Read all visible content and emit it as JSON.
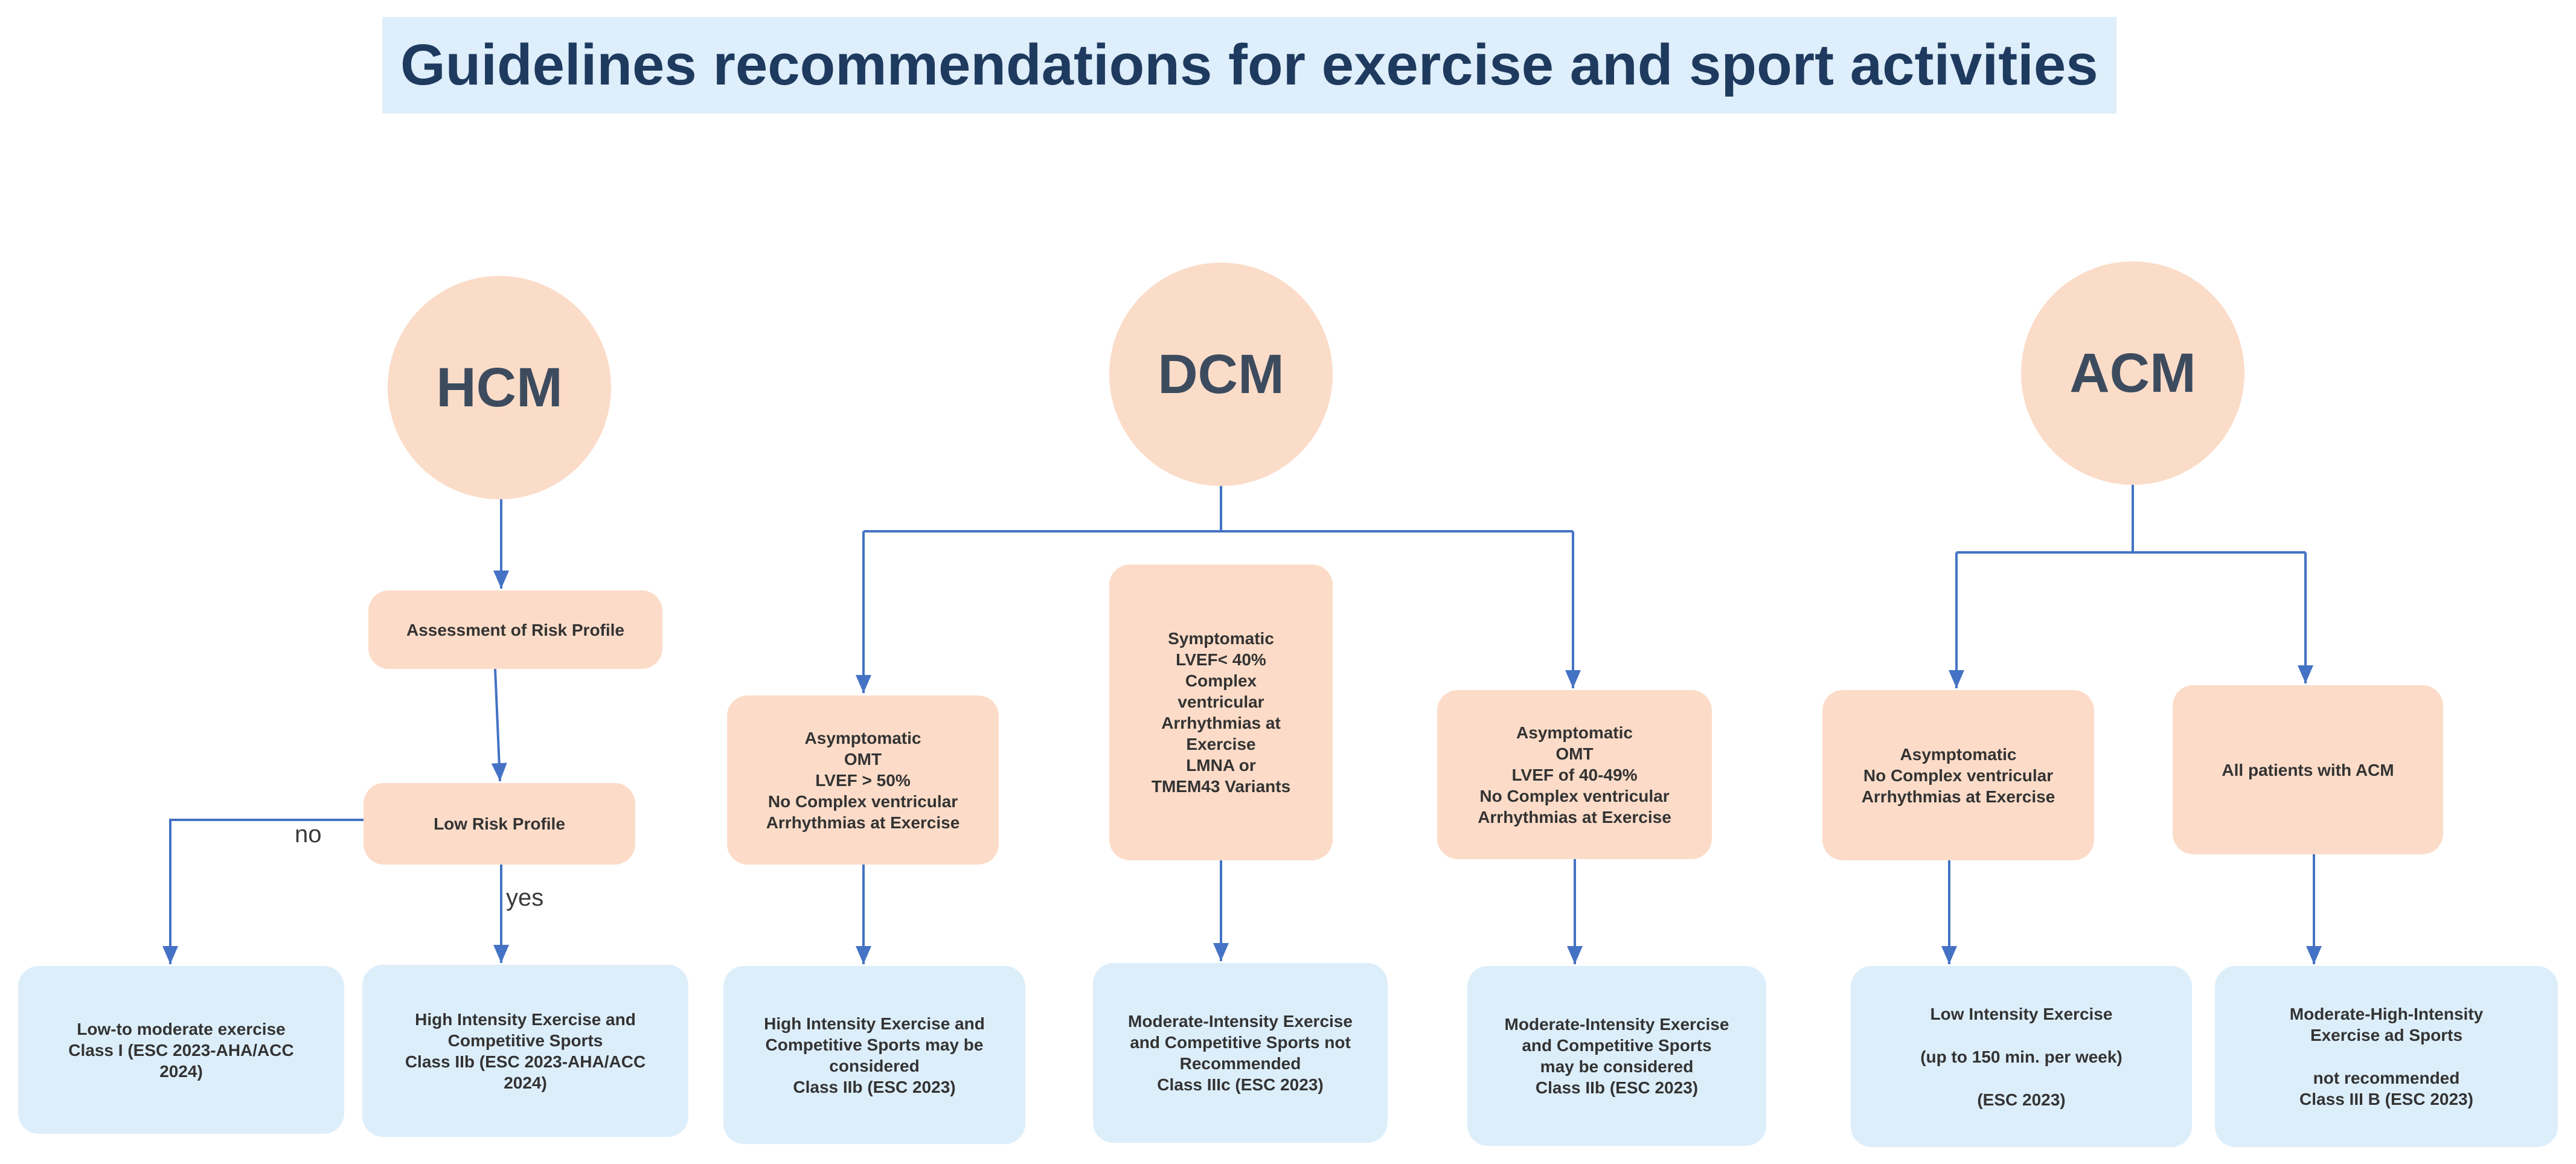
{
  "title": "Guidelines recommendations for exercise and sport activities",
  "colors": {
    "arrow": "#4472c4",
    "circle_fill": "#fbdcc8",
    "peach_box": "#fcdcc8",
    "blue_box": "#ddeefb",
    "title_bg": "#deeefa",
    "title_text": "#1f3a5f"
  },
  "hcm": {
    "label": "HCM",
    "assessment": "Assessment of Risk Profile",
    "low_risk": "Low Risk Profile",
    "edge_no": "no",
    "edge_yes": "yes",
    "outcome_no": [
      "Low-to moderate exercise",
      "Class I (ESC 2023-AHA/ACC",
      "2024)"
    ],
    "outcome_yes": [
      "High Intensity Exercise and",
      "Competitive Sports",
      "Class IIb (ESC 2023-AHA/ACC",
      "2024)"
    ]
  },
  "dcm": {
    "label": "DCM",
    "criteria_left": [
      "Asymptomatic",
      "OMT",
      "LVEF > 50%",
      "No Complex ventricular",
      "Arrhythmias at Exercise"
    ],
    "criteria_mid": [
      "Symptomatic",
      "LVEF< 40%",
      "Complex",
      "ventricular",
      "Arrhythmias at",
      "Exercise",
      "LMNA or",
      "TMEM43 Variants"
    ],
    "criteria_right": [
      "Asymptomatic",
      "OMT",
      "LVEF of 40-49%",
      "No Complex ventricular",
      "Arrhythmias at Exercise"
    ],
    "outcome_left": [
      "High Intensity Exercise and",
      "Competitive Sports may be",
      "considered",
      "Class IIb (ESC 2023)"
    ],
    "outcome_mid": [
      "Moderate-Intensity  Exercise",
      "and Competitive Sports not",
      "Recommended",
      "Class IIIc (ESC 2023)"
    ],
    "outcome_right": [
      "Moderate-Intensity  Exercise",
      "and Competitive Sports",
      "may be considered",
      "Class IIb (ESC 2023)"
    ]
  },
  "acm": {
    "label": "ACM",
    "criteria_left": [
      "Asymptomatic",
      "No Complex ventricular",
      "Arrhythmias at Exercise"
    ],
    "criteria_right": [
      "All patients with ACM"
    ],
    "outcome_left": [
      "Low Intensity Exercise",
      "",
      "(up to 150 min. per week)",
      "",
      "(ESC 2023)"
    ],
    "outcome_right": [
      "Moderate-High-Intensity",
      "Exercise ad Sports",
      "",
      "not recommended",
      "Class III B (ESC 2023)"
    ]
  }
}
